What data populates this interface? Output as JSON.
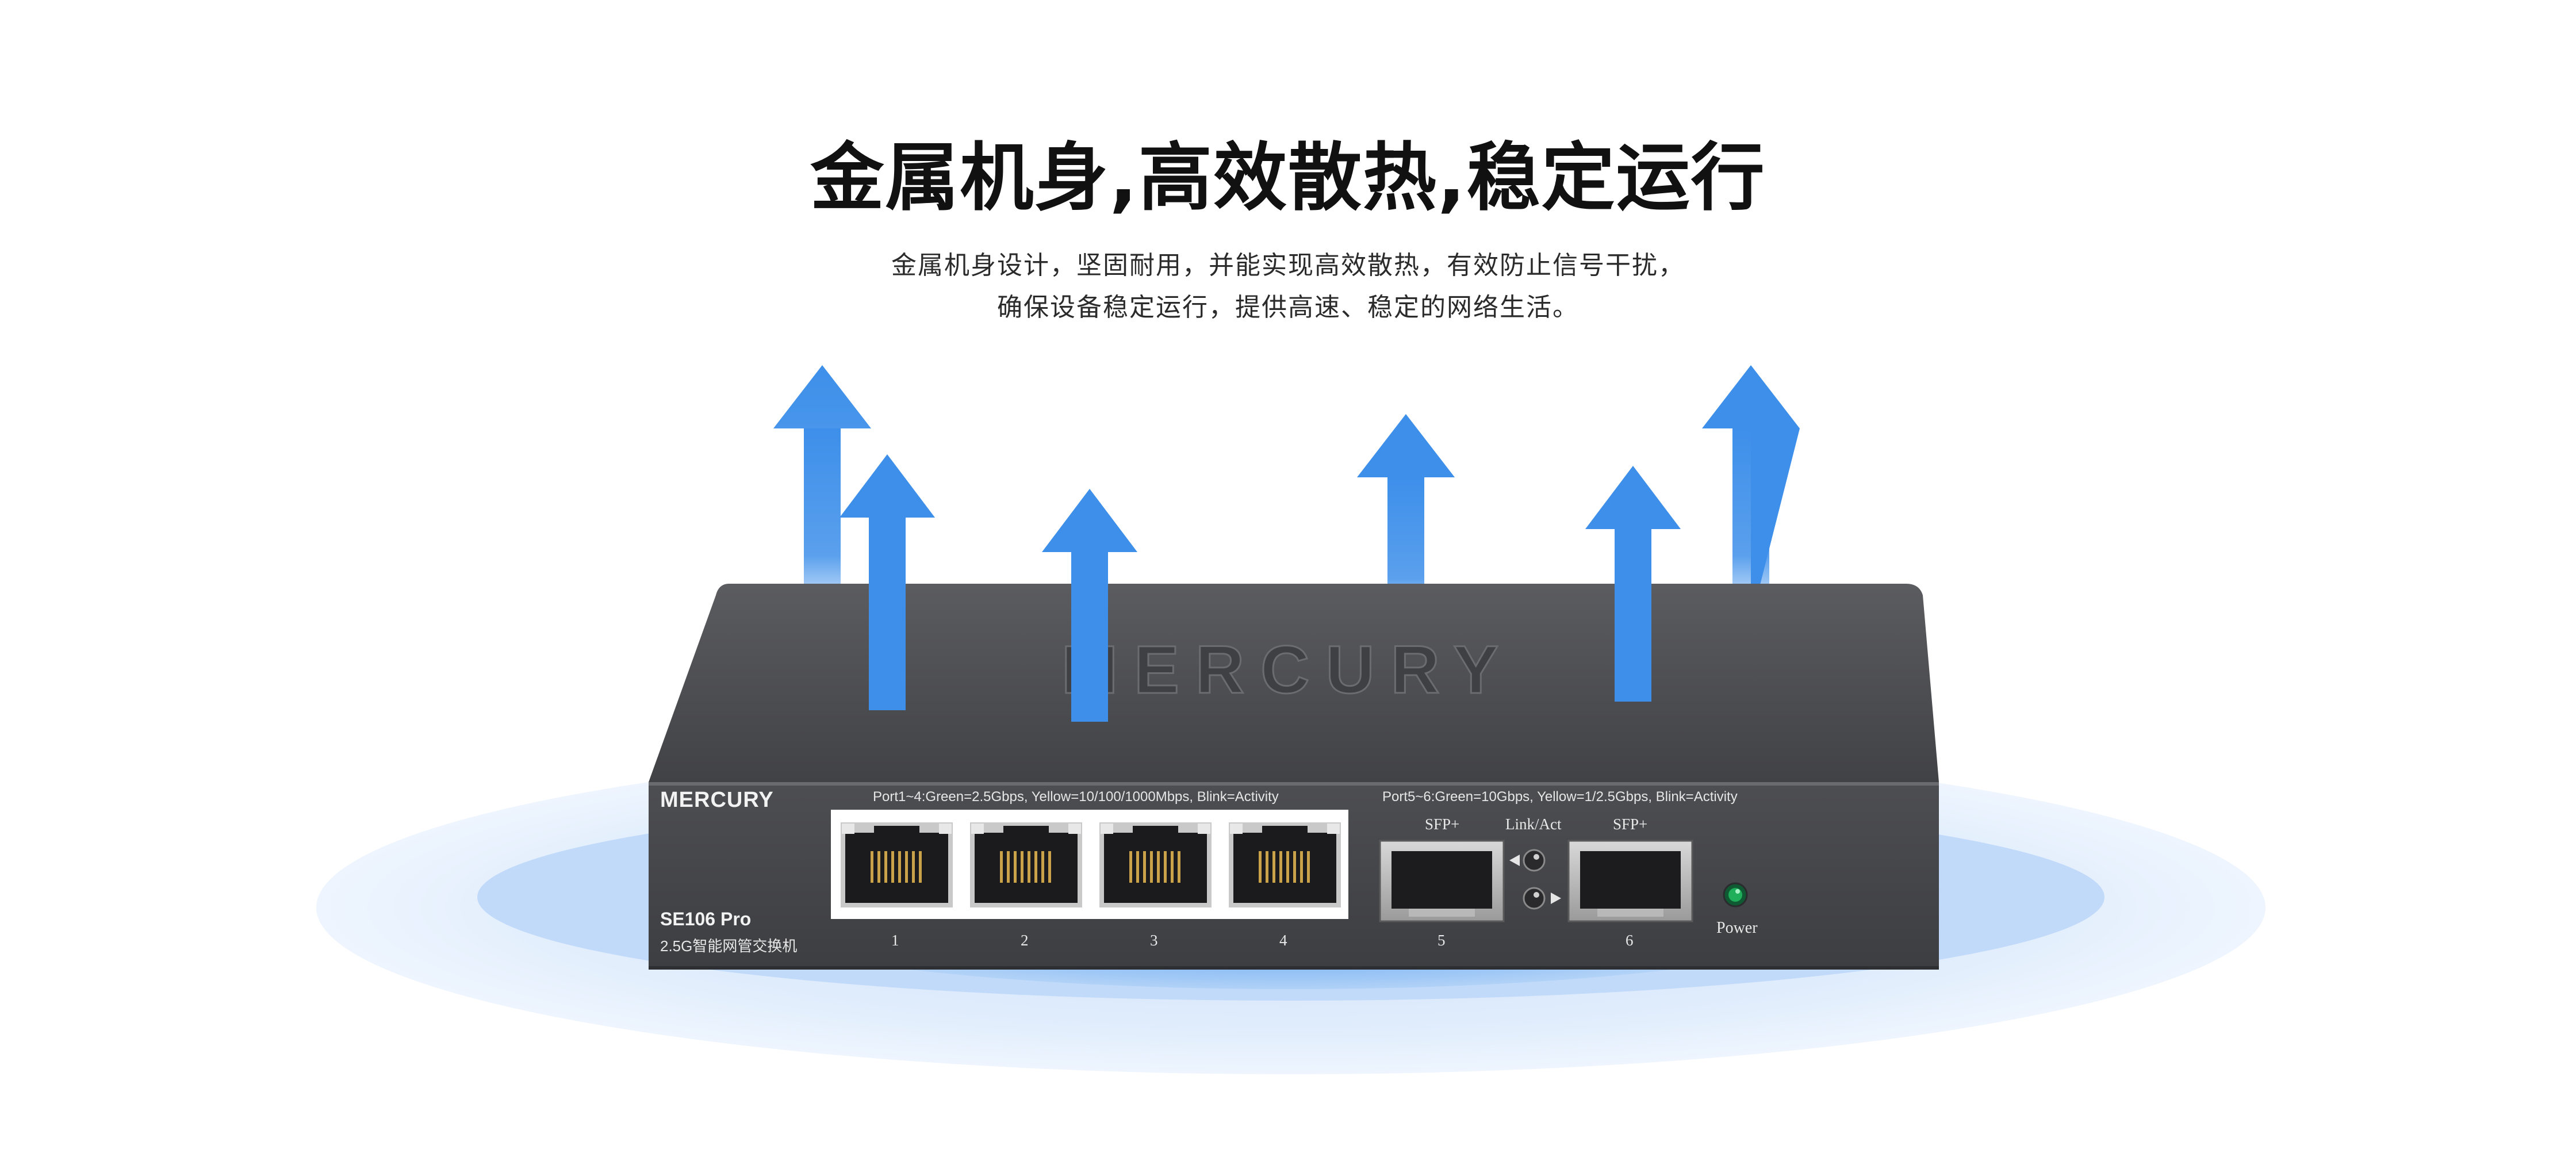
{
  "headline": "金属机身,高效散热,稳定运行",
  "subtitle_lines": [
    "金属机身设计，坚固耐用，并能实现高效散热，有效防止信号干扰，",
    "确保设备稳定运行，提供高速、稳定的网络生活。"
  ],
  "device": {
    "brand_front": "MERCURY",
    "brand_top": "MERCURY",
    "model": "SE106 Pro",
    "description": "2.5G智能网管交换机",
    "legend_ports_1_4": "Port1~4:Green=2.5Gbps, Yellow=10/100/1000Mbps, Blink=Activity",
    "legend_ports_5_6": "Port5~6:Green=10Gbps, Yellow=1/2.5Gbps, Blink=Activity",
    "port_numbers": [
      "1",
      "2",
      "3",
      "4",
      "5",
      "6"
    ],
    "sfp_label": "SFP+",
    "link_act_label": "Link/Act",
    "power_label": "Power"
  },
  "colors": {
    "arrow_blue": "#3d8fea",
    "device_body": "#4a4b4e",
    "glow_blue": "#7fb5f2",
    "power_led": "#1fae5a"
  }
}
